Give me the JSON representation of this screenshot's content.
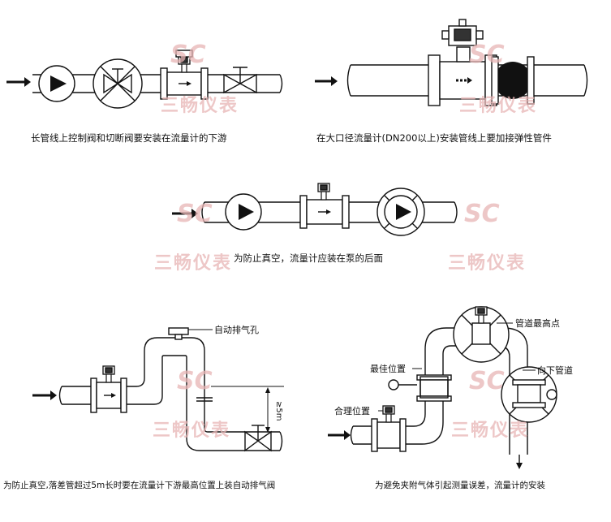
{
  "captions": {
    "d1": "长管线上控制阀和切断阀要安装在流量计的下游",
    "d2": "在大口径流量计(DN200以上)安装管线上要加接弹性管件",
    "d3": "为防止真空，流量计应装在泵的后面",
    "d4": "为防止真空,落差管超过5m长时要在流量计下游最高位置上装自动排气阀",
    "d5": "为避免夹附气体引起测量误差，流量计的安装"
  },
  "labels": {
    "auto_vent": "自动排气孔",
    "five_m": "≥5m",
    "highest_point": "管道最高点",
    "best_position": "最佳位置",
    "down_pipe": "向下管道",
    "reasonable_position": "合理位置"
  },
  "watermark": {
    "logo": "SC",
    "brand": "三畅仪表",
    "color": "#e8b5b5"
  },
  "colors": {
    "line": "#111111",
    "pipe_fill": "#ffffff"
  }
}
